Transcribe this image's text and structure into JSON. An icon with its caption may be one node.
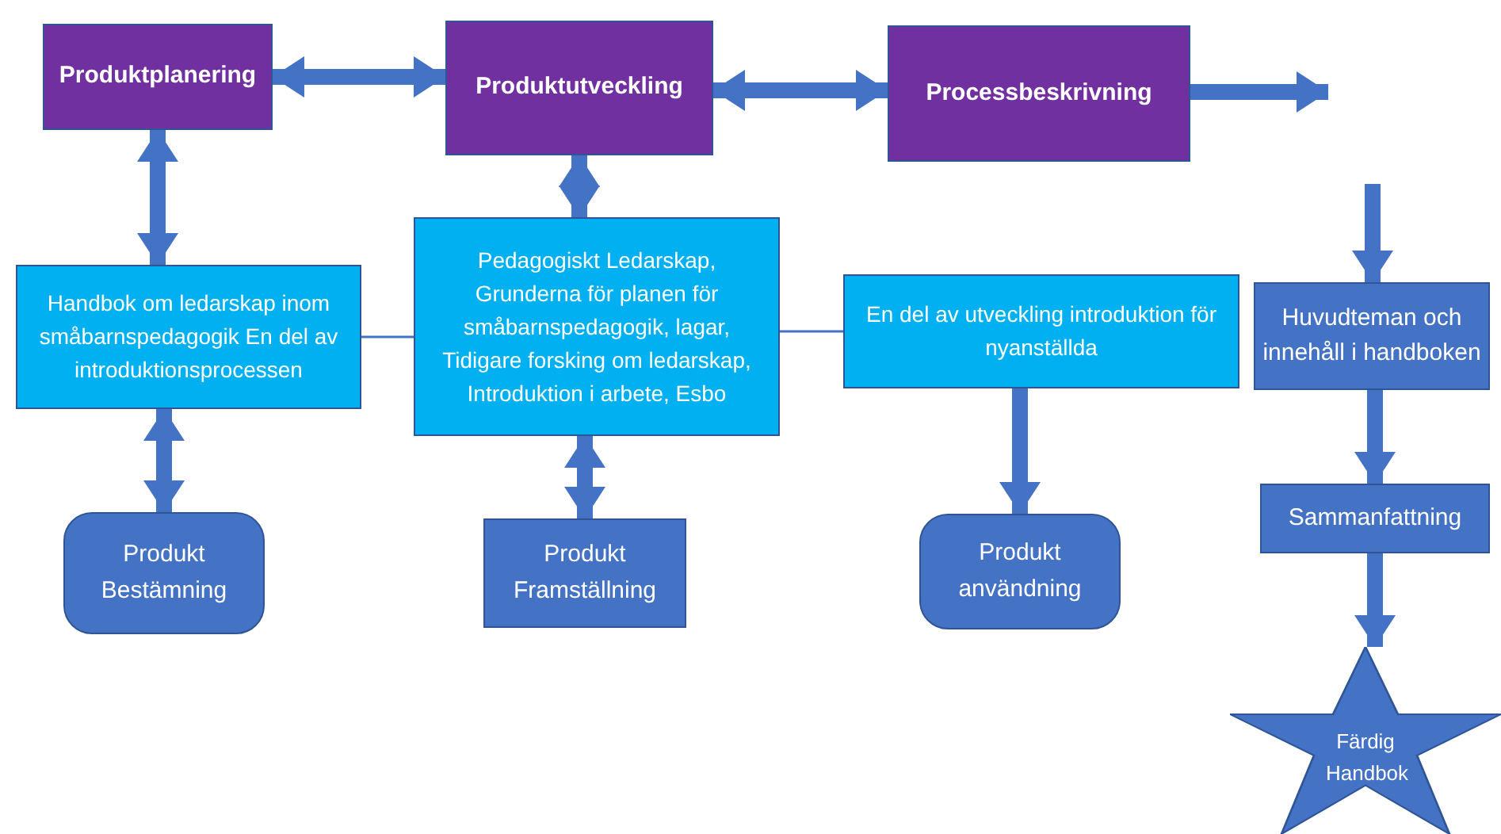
{
  "diagram": {
    "nodes": [
      {
        "text": [
          "Produktplanering"
        ]
      },
      {
        "text": [
          "Produktutveckling"
        ]
      },
      {
        "text": [
          "Processbeskrivning"
        ]
      },
      {
        "text": [
          "Handbok om ledarskap inom småbarnspedagogik En del av introduktionsprocessen"
        ]
      },
      {
        "text": [
          "Pedagogiskt Ledarskap, Grunderna för planen för småbarnspedagogik, lagar, Tidigare forsking om ledarskap, Introduktion i arbete, Esbo"
        ]
      },
      {
        "text": [
          "En del av utveckling introduktion för nyanställda"
        ]
      },
      {
        "text": [
          "Huvudteman och innehåll i handboken"
        ]
      },
      {
        "text": [
          "Produkt Bestämning"
        ]
      },
      {
        "text": [
          "Produkt Framställning"
        ]
      },
      {
        "text": [
          "Produkt användning"
        ]
      },
      {
        "text": [
          "Sammanfattning"
        ]
      },
      {
        "text": [
          "Färdig Handbok"
        ]
      }
    ],
    "edges": [
      {
        "from": 0,
        "to": 1,
        "arrow": "both"
      },
      {
        "from": 1,
        "to": 2,
        "arrow": "both"
      },
      {
        "from": 2,
        "to": null,
        "arrow": "to"
      },
      {
        "from": null,
        "to": 6,
        "arrow": "to"
      },
      {
        "from": 0,
        "to": 3,
        "arrow": "both"
      },
      {
        "from": 1,
        "to": 4,
        "arrow": "both"
      },
      {
        "from": 3,
        "to": 4,
        "arrow": "none"
      },
      {
        "from": 4,
        "to": 5,
        "arrow": "none"
      },
      {
        "from": 3,
        "to": 7,
        "arrow": "both"
      },
      {
        "from": 4,
        "to": 8,
        "arrow": "both"
      },
      {
        "from": 5,
        "to": 9,
        "arrow": "to"
      },
      {
        "from": 6,
        "to": 10,
        "arrow": "to"
      },
      {
        "from": 10,
        "to": 11,
        "arrow": "to"
      }
    ]
  }
}
